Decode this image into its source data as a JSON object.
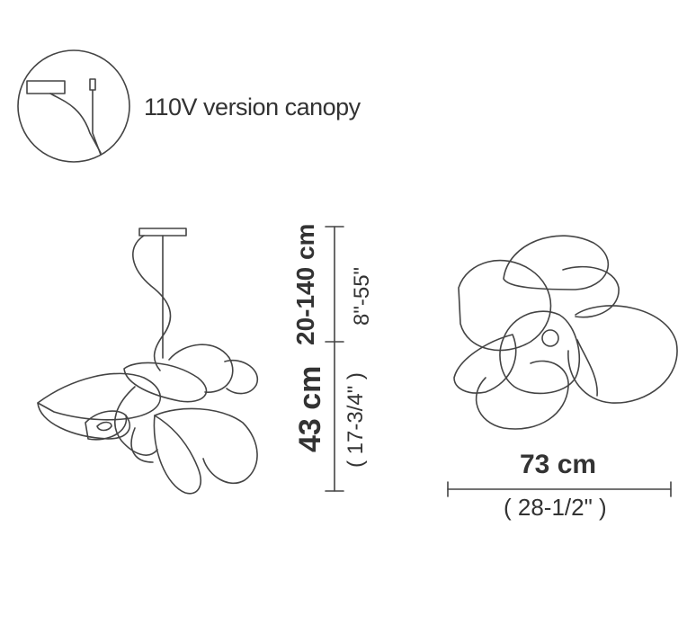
{
  "canopy": {
    "label": "110V version canopy"
  },
  "dimensions": {
    "suspension_cm": "20-140 cm",
    "suspension_in": "8\"-55\"",
    "body_height_cm": "43 cm",
    "body_height_in": "( 17-3/4\" )",
    "width_cm": "73 cm",
    "width_in": "( 28-1/2\" )"
  }
}
